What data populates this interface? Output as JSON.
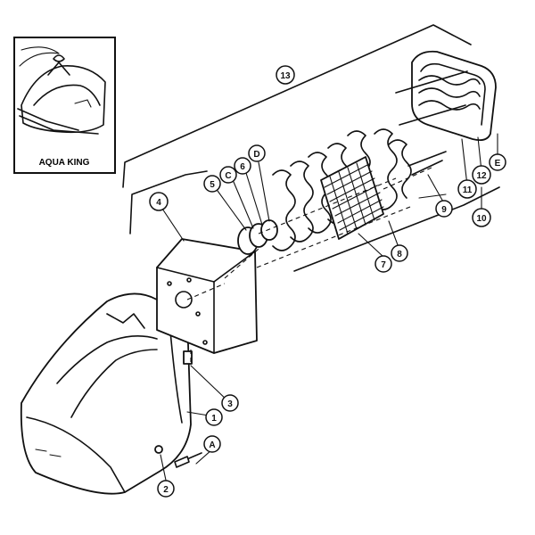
{
  "inset": {
    "caption": "AQUA KING"
  },
  "callouts": [
    {
      "id": "c1",
      "label": "1"
    },
    {
      "id": "c2",
      "label": "2"
    },
    {
      "id": "c3",
      "label": "3"
    },
    {
      "id": "c4",
      "label": "4"
    },
    {
      "id": "c5",
      "label": "5"
    },
    {
      "id": "cC",
      "label": "C"
    },
    {
      "id": "c6",
      "label": "6"
    },
    {
      "id": "cD",
      "label": "D"
    },
    {
      "id": "c7",
      "label": "7"
    },
    {
      "id": "c8",
      "label": "8"
    },
    {
      "id": "c9",
      "label": "9"
    },
    {
      "id": "c10",
      "label": "10"
    },
    {
      "id": "c11",
      "label": "11"
    },
    {
      "id": "c12",
      "label": "12"
    },
    {
      "id": "c13",
      "label": "13"
    },
    {
      "id": "cE",
      "label": "E"
    },
    {
      "id": "cA",
      "label": "A"
    }
  ]
}
